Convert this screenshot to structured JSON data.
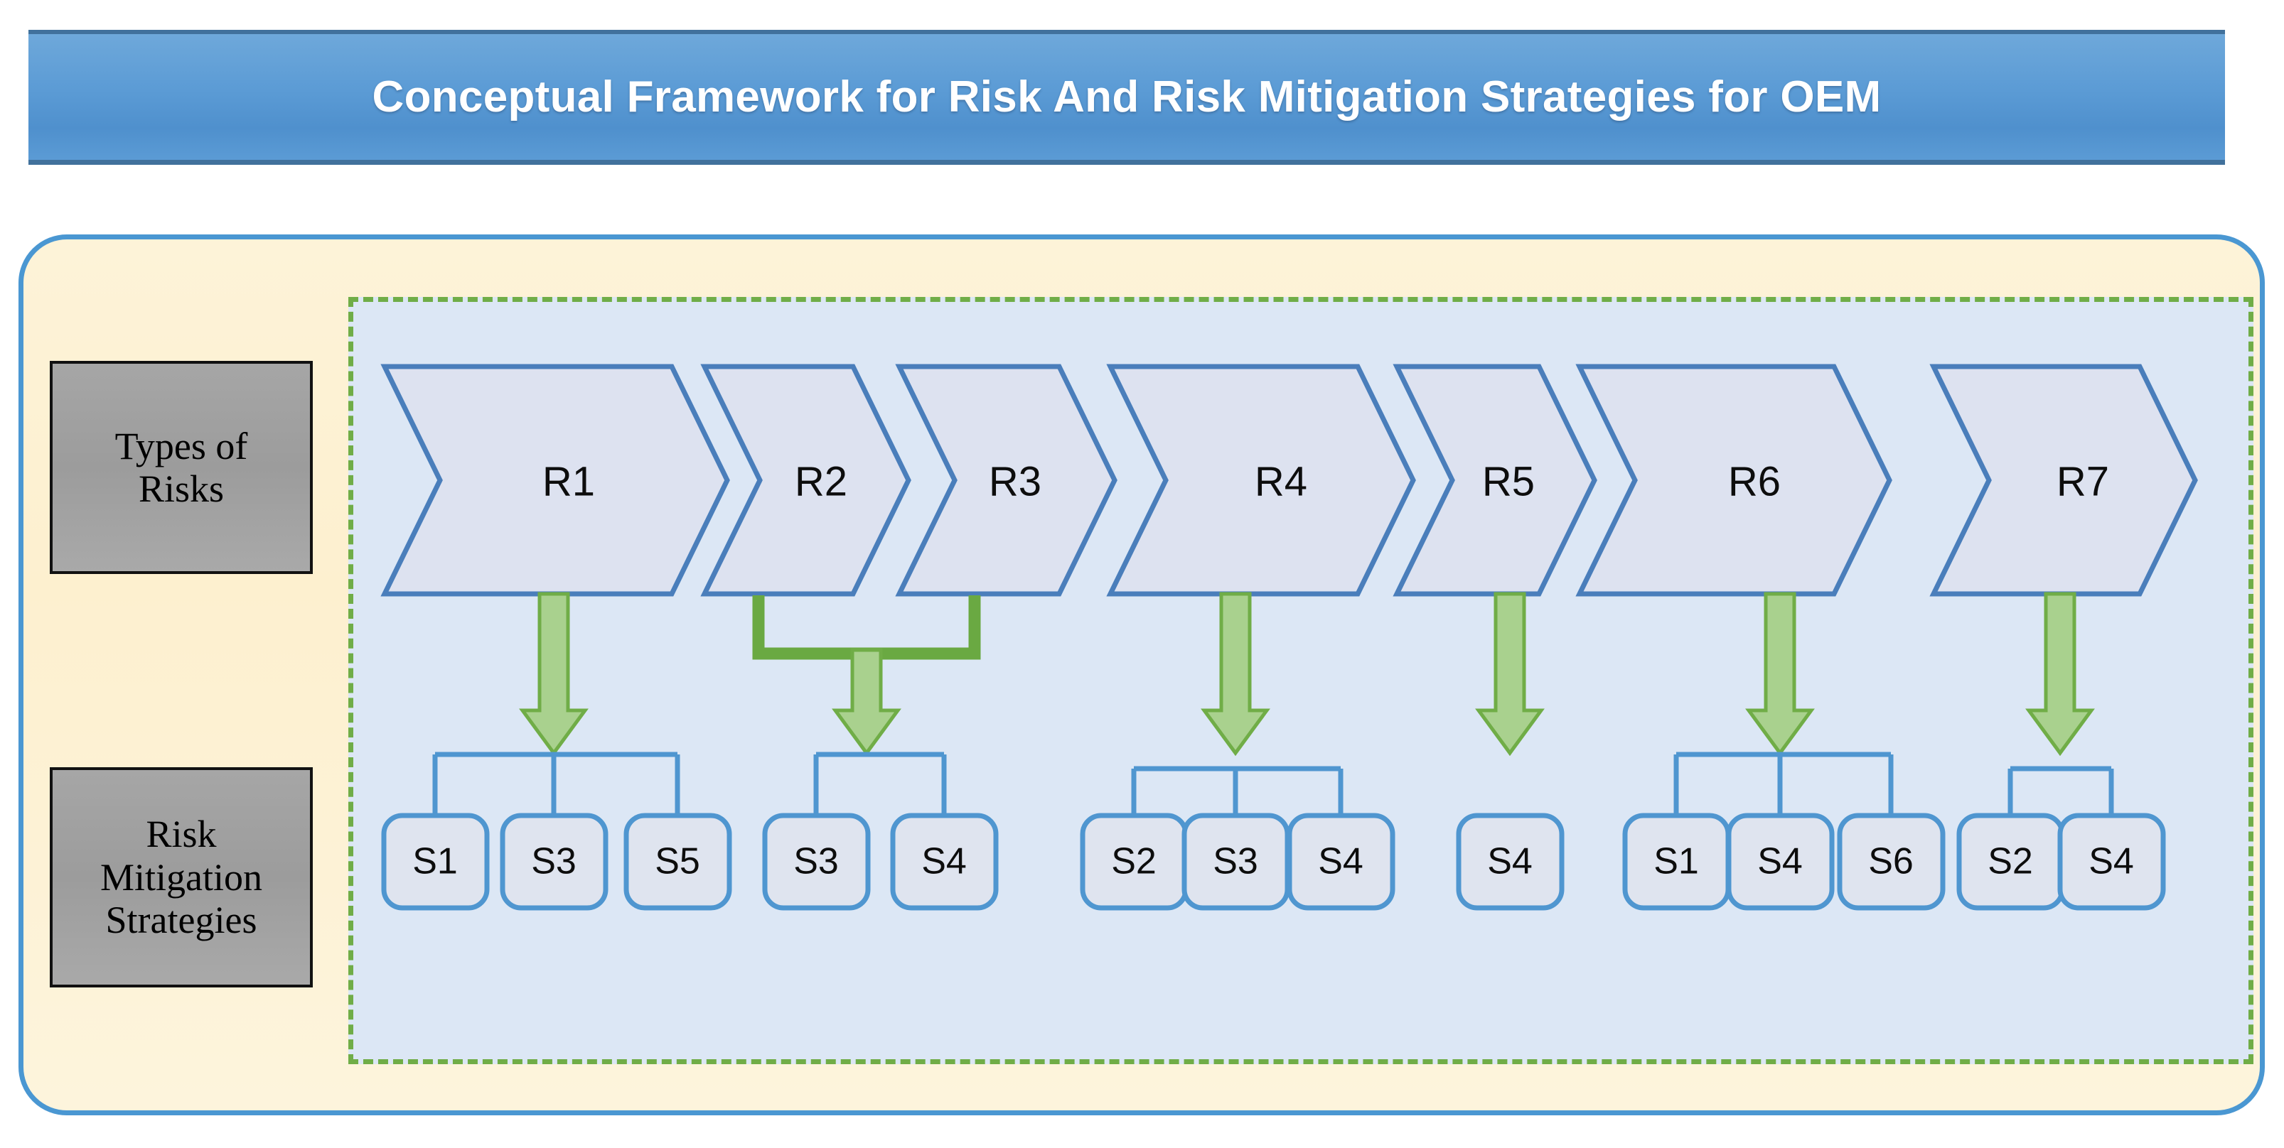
{
  "header": {
    "title": "Conceptual Framework for Risk And Risk Mitigation Strategies for OEM",
    "bg_color": "#5b9bd5",
    "text_color": "#ffffff"
  },
  "colors": {
    "outer_card_bg": "#fdf3d8",
    "outer_card_border": "#4a97d2",
    "inner_panel_bg": "#dce7f5",
    "inner_panel_border": "#70ad47",
    "chevron_fill": "#dde2f0",
    "chevron_stroke": "#4a7ebb",
    "arrow_fill": "#a9d18e",
    "arrow_stroke": "#70ad47",
    "strategy_box_fill": "#dfe4ef",
    "strategy_box_stroke": "#4f96d0",
    "side_label_bg": "#a6a6a6",
    "side_label_border": "#111111"
  },
  "side_labels": {
    "risks": "Types of\nRisks",
    "risks_line1": "Types of",
    "risks_line2": "Risks",
    "strategies": "Risk Mitigation Strategies",
    "strategies_line1": "Risk",
    "strategies_line2": "Mitigation",
    "strategies_line3": "Strategies"
  },
  "chart_data": {
    "type": "diagram",
    "title": "Conceptual Framework for Risk And Risk Mitigation Strategies for OEM",
    "risks": [
      {
        "id": "R1",
        "label": "R1"
      },
      {
        "id": "R2",
        "label": "R2"
      },
      {
        "id": "R3",
        "label": "R3"
      },
      {
        "id": "R4",
        "label": "R4"
      },
      {
        "id": "R5",
        "label": "R5"
      },
      {
        "id": "R6",
        "label": "R6"
      },
      {
        "id": "R7",
        "label": "R7"
      }
    ],
    "mappings": [
      {
        "from": [
          "R1"
        ],
        "to": [
          "S1",
          "S3",
          "S5"
        ]
      },
      {
        "from": [
          "R2",
          "R3"
        ],
        "to": [
          "S3",
          "S4"
        ]
      },
      {
        "from": [
          "R4"
        ],
        "to": [
          "S2",
          "S3",
          "S4"
        ]
      },
      {
        "from": [
          "R5"
        ],
        "to": [
          "S4"
        ]
      },
      {
        "from": [
          "R6"
        ],
        "to": [
          "S1",
          "S4",
          "S6"
        ]
      },
      {
        "from": [
          "R7"
        ],
        "to": [
          "S2",
          "S4"
        ]
      }
    ]
  },
  "risks": [
    {
      "label": "R1"
    },
    {
      "label": "R2"
    },
    {
      "label": "R3"
    },
    {
      "label": "R4"
    },
    {
      "label": "R5"
    },
    {
      "label": "R6"
    },
    {
      "label": "R7"
    }
  ],
  "strategy_groups": [
    {
      "source": "R1",
      "boxes": [
        "S1",
        "S3",
        "S5"
      ],
      "has_bracket": true
    },
    {
      "source": "R2+R3",
      "boxes": [
        "S3",
        "S4"
      ],
      "has_bracket": true
    },
    {
      "source": "R4",
      "boxes": [
        "S2",
        "S3",
        "S4"
      ],
      "has_bracket": true
    },
    {
      "source": "R5",
      "boxes": [
        "S4"
      ],
      "has_bracket": false
    },
    {
      "source": "R6",
      "boxes": [
        "S1",
        "S4",
        "S6"
      ],
      "has_bracket": true
    },
    {
      "source": "R7",
      "boxes": [
        "S2",
        "S4"
      ],
      "has_bracket": true
    }
  ]
}
